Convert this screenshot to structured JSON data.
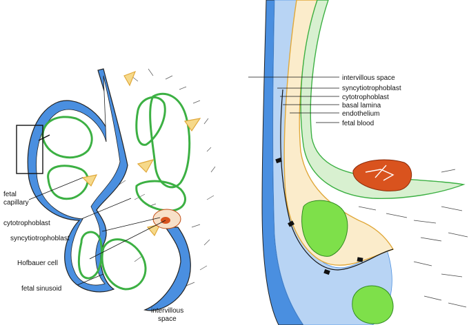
{
  "colors": {
    "syncytiotrophoblast": "#4a8fe0",
    "endothelium": "#3cb043",
    "cytotrophoblast": "#e0a83a",
    "nucleus_red": "#d9531e",
    "nucleus_green": "#7ee04a",
    "outline": "#222222"
  },
  "left_panel": {
    "labels": {
      "fetal_capillary_1": "fetal",
      "fetal_capillary_2": "capillary",
      "cytotrophoblast": "cytotrophoblast",
      "syncytiotrophoblast": "syncytiotrophoblast",
      "hofbauer_cell": "Hofbauer cell",
      "fetal_sinusoid": "fetal sinusoid",
      "intervillous_space_1": "intervillous",
      "intervillous_space_2": "space"
    }
  },
  "right_panel": {
    "labels": {
      "intervillous_space": "intervillous space",
      "syncytiotrophoblast": "syncytiotrophoblast",
      "cytotrophoblast": "cytotrophoblast",
      "basal_lamina": "basal lamina",
      "endothelium": "endothelium",
      "fetal_blood": "fetal blood"
    }
  }
}
